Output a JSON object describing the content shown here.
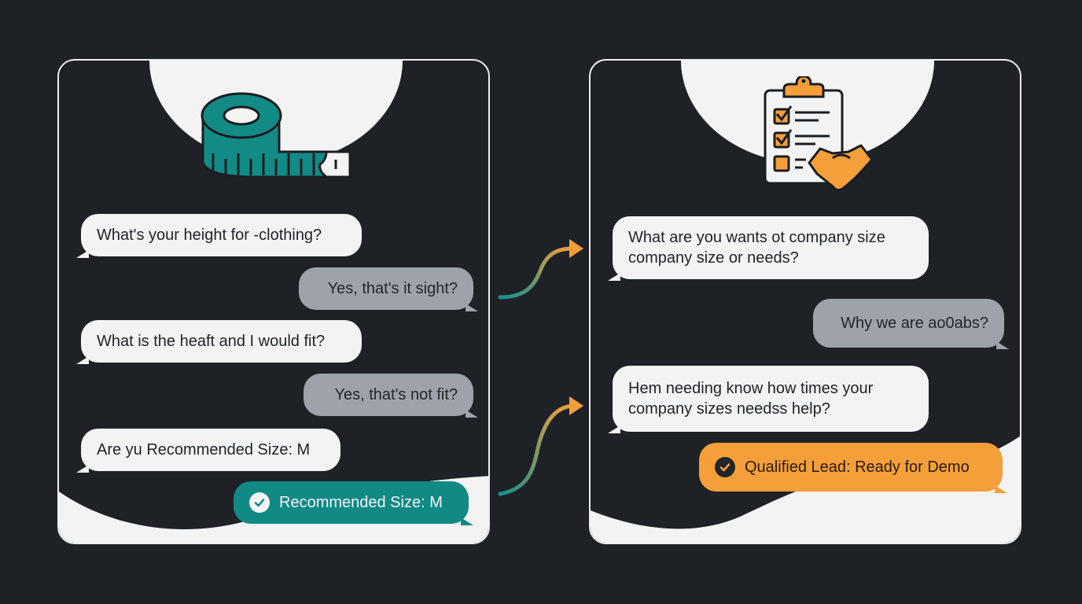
{
  "colors": {
    "background": "#1e2227",
    "panel_light": "#f3f3f3",
    "bot_bubble": "#f3f3f3",
    "user_bubble": "#9da2ab",
    "teal_accent": "#118a86",
    "orange_accent": "#f59f3a"
  },
  "left_panel": {
    "icon": "measuring-tape-icon",
    "messages": [
      {
        "role": "bot",
        "text": "What's your height for -clothing?"
      },
      {
        "role": "user",
        "text": "Yes, that's it sight?"
      },
      {
        "role": "bot",
        "text": "What is the heaft and I would fit?"
      },
      {
        "role": "user",
        "text": "Yes, that's not fit?"
      },
      {
        "role": "bot",
        "text": "Are yu Recommended Size: M"
      }
    ],
    "result": {
      "icon": "check-circle-icon",
      "text": "Recommended Size: M"
    }
  },
  "right_panel": {
    "icon": "clipboard-handshake-icon",
    "messages": [
      {
        "role": "bot",
        "text": "What are you wants ot company size\ncompany size or needs?"
      },
      {
        "role": "user",
        "text": "Why we are ao0abs?"
      },
      {
        "role": "bot",
        "text": "Hem needing know how times your\ncompany sizes needss help?"
      }
    ],
    "result": {
      "icon": "check-circle-icon",
      "text": "Qualified Lead: Ready for Demo"
    }
  },
  "connectors": [
    {
      "icon": "curved-arrow-icon",
      "from": "teal",
      "to": "orange"
    },
    {
      "icon": "curved-arrow-icon",
      "from": "teal",
      "to": "orange"
    }
  ]
}
